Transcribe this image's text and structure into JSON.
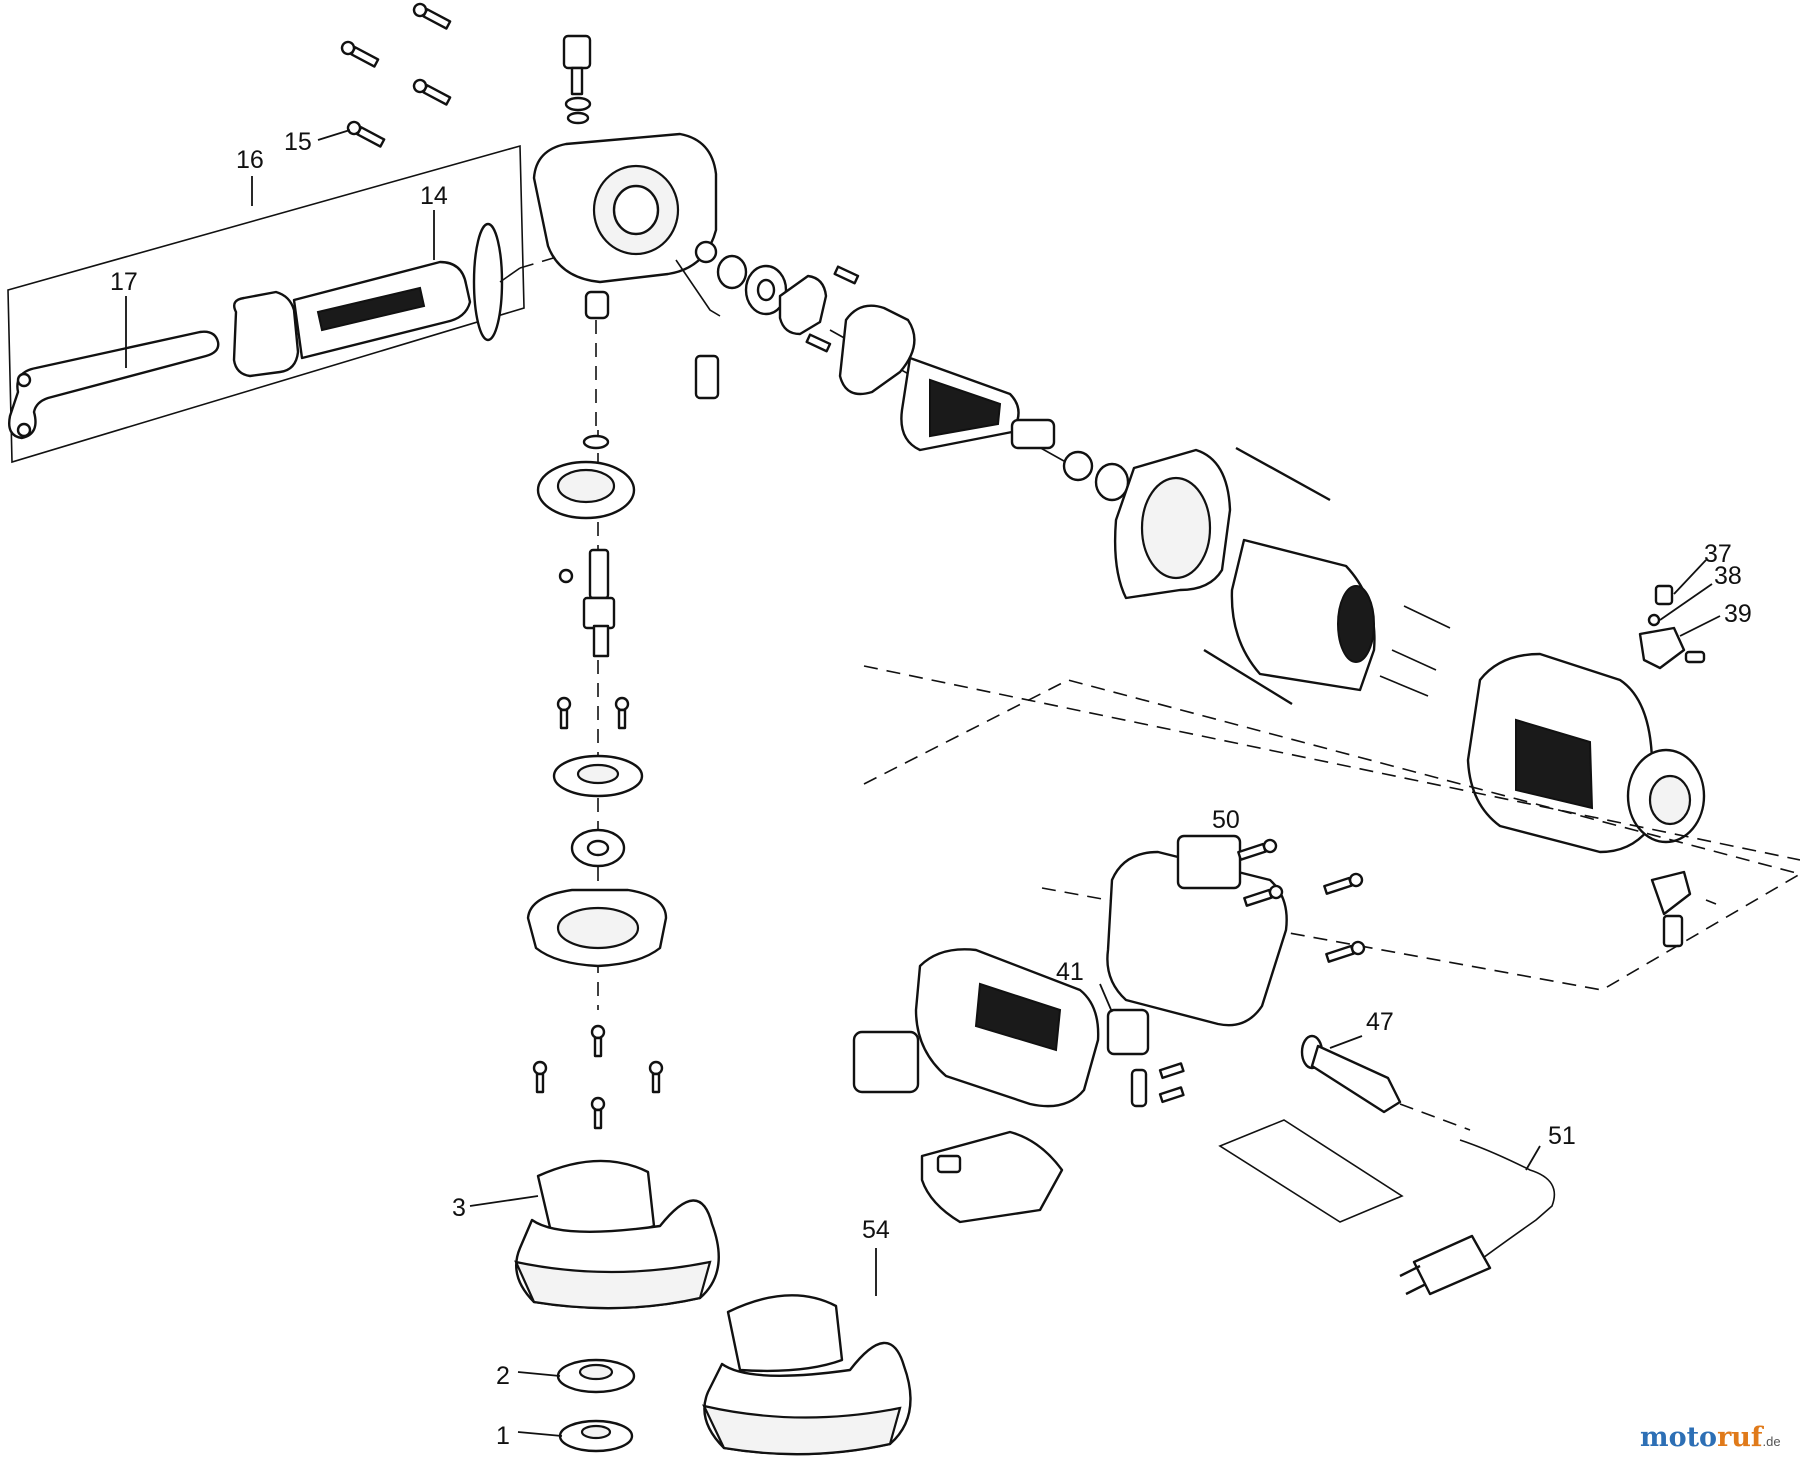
{
  "diagram": {
    "callouts": {
      "c1": "1",
      "c2": "2",
      "c3": "3",
      "c14": "14",
      "c15": "15",
      "c16": "16",
      "c17": "17",
      "c37": "37",
      "c38": "38",
      "c39": "39",
      "c41": "41",
      "c47": "47",
      "c50": "50",
      "c51": "51",
      "c54": "54"
    },
    "watermark": {
      "part1": "moto",
      "part2": "ruf",
      "suffix": ".de"
    }
  },
  "colors": {
    "brand_blue": "#2d6fb5",
    "brand_orange": "#e07a1a"
  }
}
